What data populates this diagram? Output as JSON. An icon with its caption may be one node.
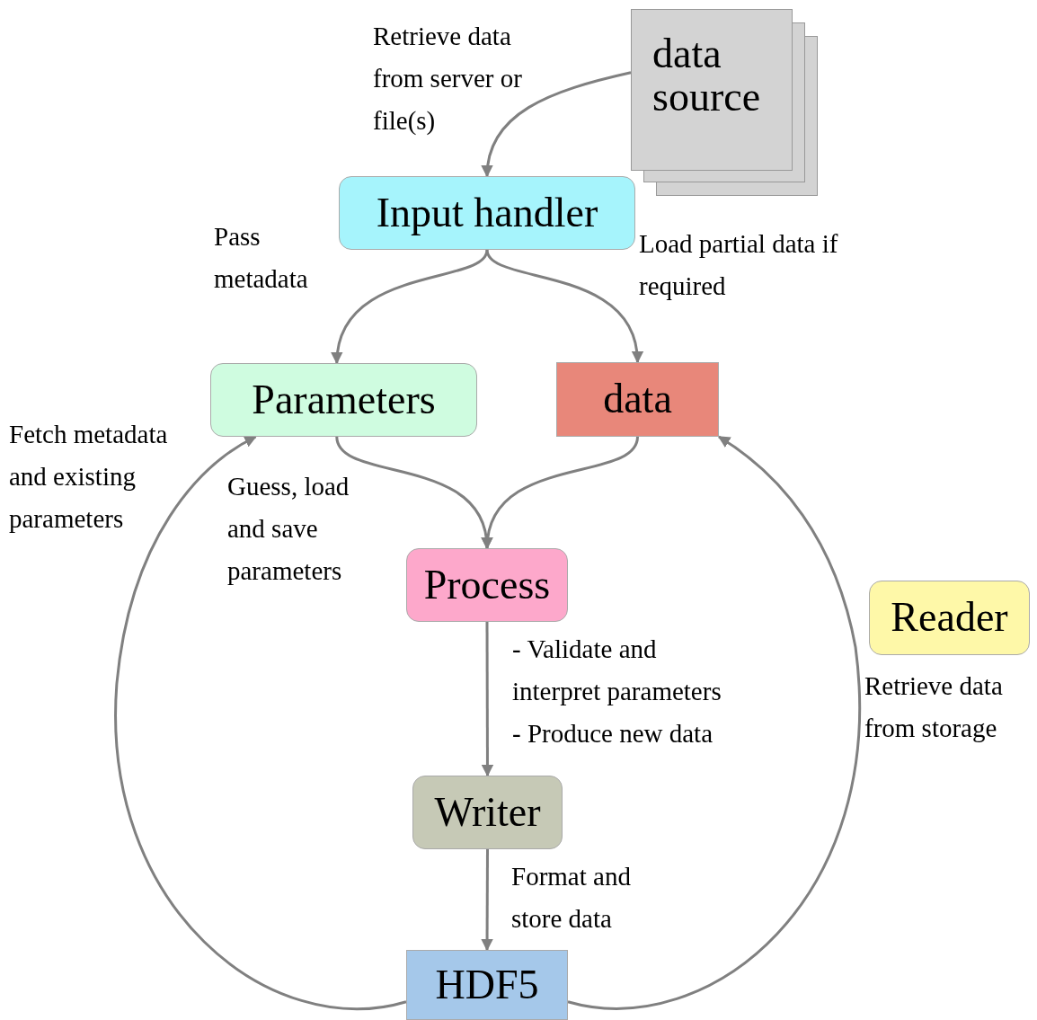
{
  "diagram": {
    "nodes": [
      {
        "text": [
          "data source"
        ]
      },
      {
        "text": [
          "Input handler"
        ]
      },
      {
        "text": [
          "Parameters"
        ]
      },
      {
        "text": [
          "data"
        ]
      },
      {
        "text": [
          "Process"
        ]
      },
      {
        "text": [
          "Reader"
        ],
        "beside": [
          "Retrieve data from storage"
        ]
      },
      {
        "text": [
          "Writer"
        ]
      },
      {
        "text": [
          "HDF5"
        ]
      }
    ],
    "edges": [
      {
        "from": 0,
        "to": 1,
        "arrow": "to",
        "label": "Retrieve data from server or file(s)"
      },
      {
        "from": 1,
        "to": 2,
        "arrow": "to",
        "label": "Pass metadata"
      },
      {
        "from": 1,
        "to": 3,
        "arrow": "to",
        "label": "Load partial data if required"
      },
      {
        "from": 2,
        "to": 4,
        "arrow": "to",
        "label": "Guess, load and save parameters"
      },
      {
        "from": 3,
        "to": 4,
        "arrow": "to"
      },
      {
        "from": 4,
        "to": 6,
        "arrow": "to",
        "label": "- Validate and interpret parameters"
      },
      {
        "from": 6,
        "to": 7,
        "arrow": "to",
        "label": "Format and store data"
      },
      {
        "from": 7,
        "to": 2,
        "arrow": "to",
        "label": "Fetch metadata and existing parameters"
      },
      {
        "from": 7,
        "to": 3,
        "arrow": "to"
      }
    ],
    "labels": [
      "- Produce new data"
    ]
  }
}
